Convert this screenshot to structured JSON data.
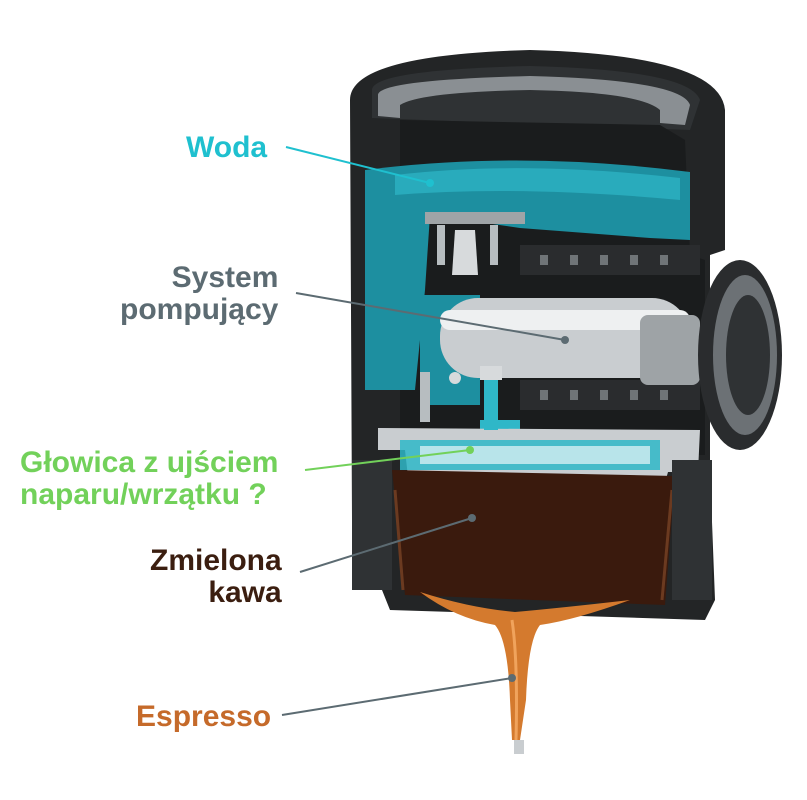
{
  "labels": {
    "woda": {
      "text": "Woda",
      "color": "#1fc0cf"
    },
    "system": {
      "line1": "System",
      "line2": "pompujący",
      "color": "#5c6b72"
    },
    "glowica": {
      "line1": "Głowica z ujściem",
      "line2": "naparu/wrzątku ?",
      "color": "#72d15a"
    },
    "kawa": {
      "line1": "Zmielona",
      "line2": "kawa",
      "color": "#3b1e10"
    },
    "espresso": {
      "text": "Espresso",
      "color": "#c56a2a"
    }
  },
  "colors": {
    "body_dark": "#232526",
    "body_mid": "#3a3d3f",
    "water": "#1d8fa0",
    "water_light": "#2fb7c8",
    "coffee": "#3a1a0d",
    "espresso": "#d47a2e",
    "metal": "#b7bdc0"
  }
}
